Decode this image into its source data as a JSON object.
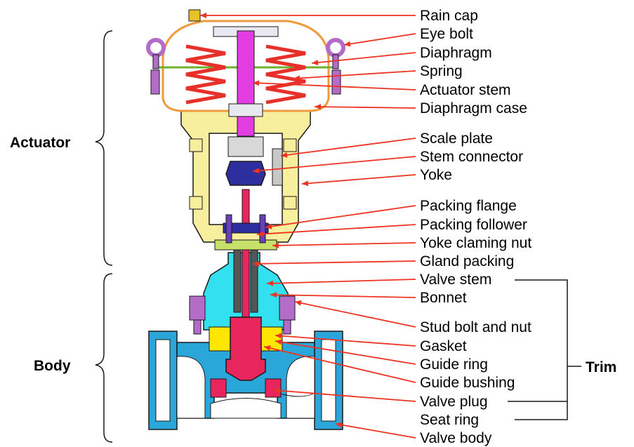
{
  "groups": {
    "actuator": "Actuator",
    "body": "Body",
    "trim": "Trim"
  },
  "labels": [
    "Rain cap",
    "Eye bolt",
    "Diaphragm",
    "Spring",
    "Actuator stem",
    "Diaphragm case",
    "Scale plate",
    "Stem connector",
    "Yoke",
    "Packing flange",
    "Packing follower",
    "Yoke claming nut",
    "Gland packing",
    "Valve stem",
    "Bonnet",
    "Stud bolt and nut",
    "Gasket",
    "Guide ring",
    "Guide bushing",
    "Valve plug",
    "Seat ring",
    "Valve body"
  ],
  "colors": {
    "leader": "#ee3322",
    "diaphragm_case": "#f09a3e",
    "spring": "#e8302a",
    "actuator_stem": "#e23de0",
    "yoke": "#f7ef9e",
    "connector": "#2e2e9e",
    "bonnet": "#33e0ef",
    "body": "#2aa7d8",
    "plug": "#e8265d",
    "bolt": "#b36cc8",
    "gasket": "#ffe600",
    "scale_plate": "#c8c8c8"
  }
}
